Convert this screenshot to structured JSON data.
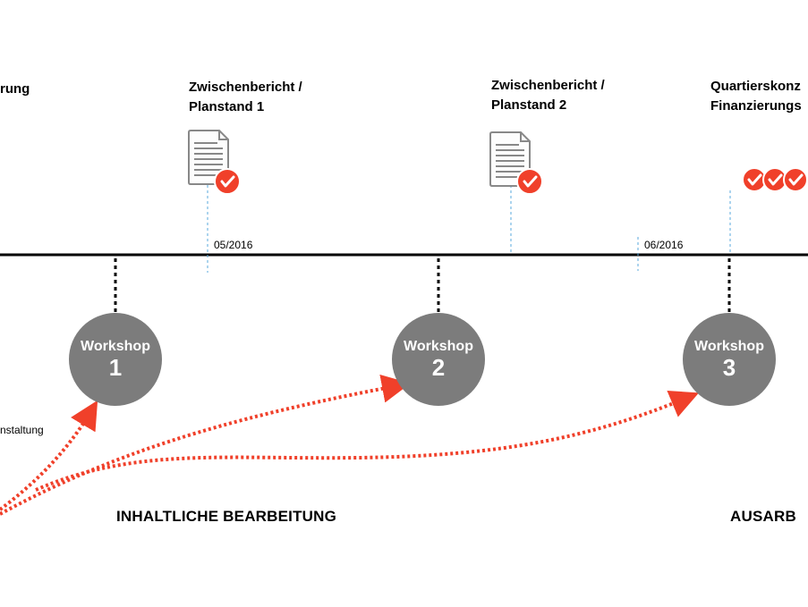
{
  "milestones": [
    {
      "label_line1": "",
      "label_line2": "rung"
    },
    {
      "label_line1": "Zwischenbericht /",
      "label_line2": "Planstand 1",
      "done": true
    },
    {
      "label_line1": "Zwischenbericht /",
      "label_line2": "Planstand 2",
      "done": true
    },
    {
      "label_line1": "Quartierskonz",
      "label_line2": "Finanzierungs",
      "done_count": 3
    }
  ],
  "dates": [
    "05/2016",
    "06/2016"
  ],
  "workshops": [
    {
      "title": "Workshop",
      "number": "1"
    },
    {
      "title": "Workshop",
      "number": "2"
    },
    {
      "title": "Workshop",
      "number": "3"
    }
  ],
  "event_label": "nstaltung",
  "phases": {
    "content": "INHALTLICHE BEARBEITUNG",
    "elaboration": "AUSARB"
  },
  "colors": {
    "accent": "#f0402a",
    "workshop": "#7c7c7c",
    "guide": "#5aa9dc",
    "doc": "#888888"
  },
  "icons": {
    "document": "document-icon",
    "check": "check-circle-icon"
  }
}
